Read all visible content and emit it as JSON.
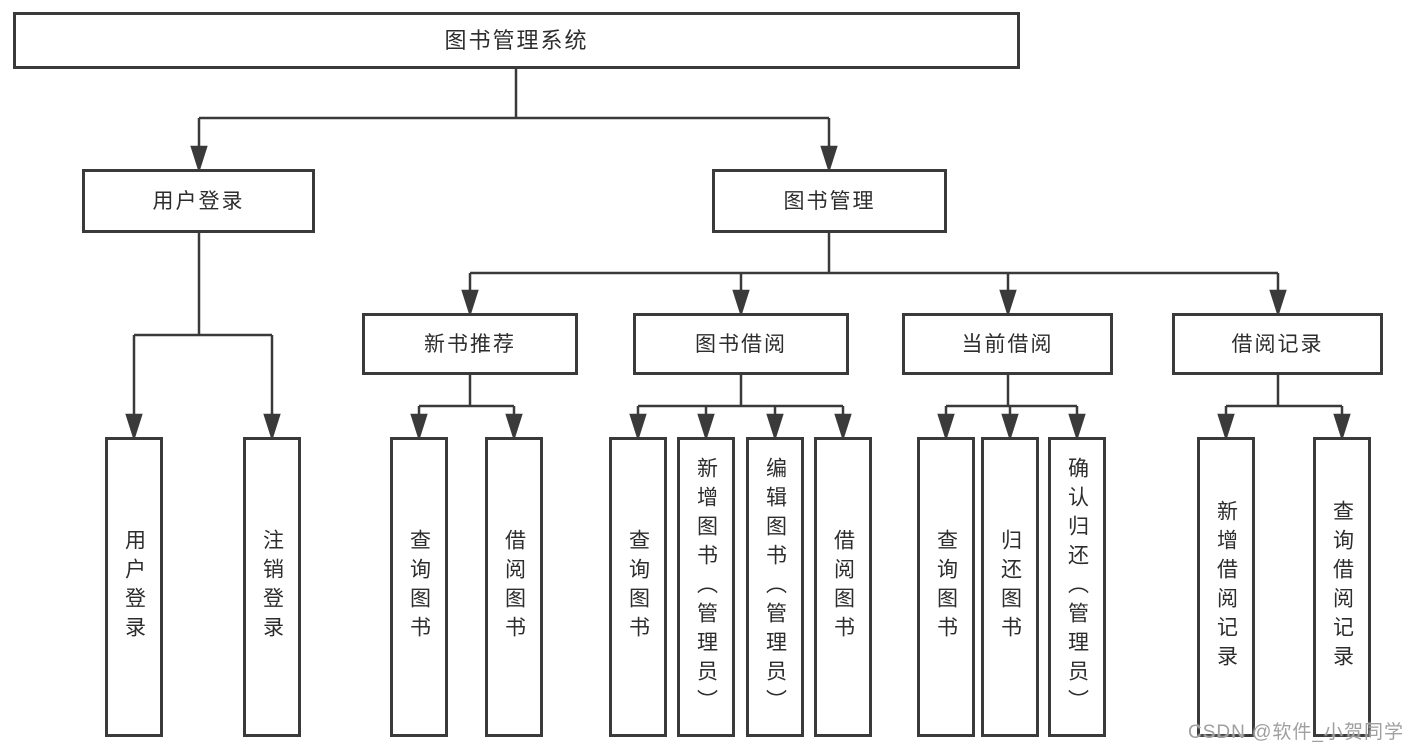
{
  "diagram_type": "functional-structure-tree",
  "tree": {
    "label": "图书管理系统",
    "children": [
      {
        "label": "用户登录",
        "children": [
          {
            "label": "用户登录"
          },
          {
            "label": "注销登录"
          }
        ]
      },
      {
        "label": "图书管理",
        "children": [
          {
            "label": "新书推荐",
            "children": [
              {
                "label": "查询图书"
              },
              {
                "label": "借阅图书"
              }
            ]
          },
          {
            "label": "图书借阅",
            "children": [
              {
                "label": "查询图书"
              },
              {
                "label": "新增图书（管理员）"
              },
              {
                "label": "编辑图书（管理员）"
              },
              {
                "label": "借阅图书"
              }
            ]
          },
          {
            "label": "当前借阅",
            "children": [
              {
                "label": "查询图书"
              },
              {
                "label": "归还图书"
              },
              {
                "label": "确认归还（管理员）"
              }
            ]
          },
          {
            "label": "借阅记录",
            "children": [
              {
                "label": "新增借阅记录"
              },
              {
                "label": "查询借阅记录"
              }
            ]
          }
        ]
      }
    ]
  },
  "watermark": {
    "text": "CSDN @软件_小贺同学"
  },
  "colors": {
    "line": "#3a3a3a",
    "box_border": "#3a3a3a",
    "text": "#2d2d2d",
    "watermark": "#a0a0a0",
    "background": "#ffffff"
  }
}
